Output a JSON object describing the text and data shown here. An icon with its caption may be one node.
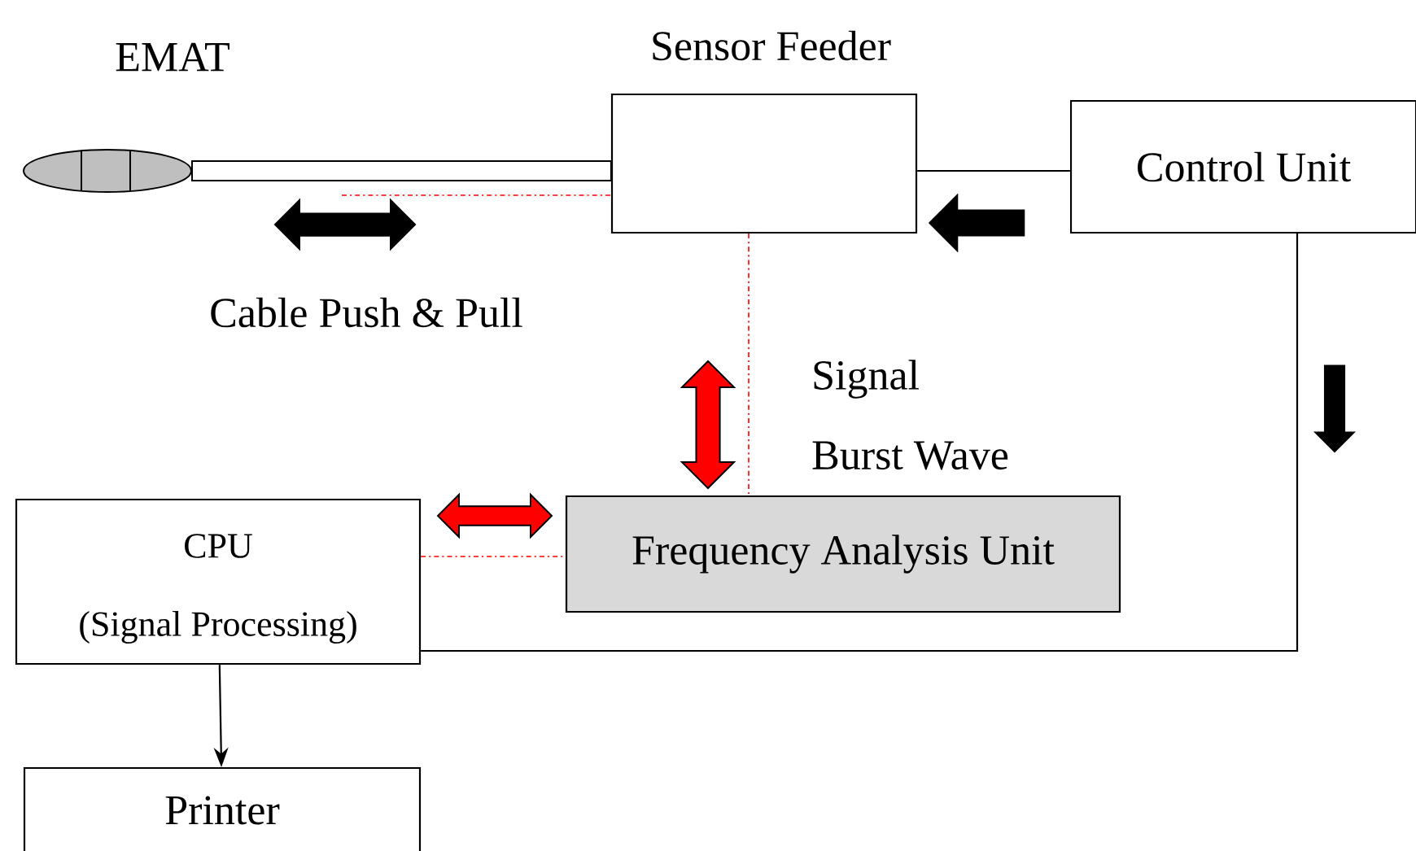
{
  "diagram": {
    "nodes": [
      {
        "text": [
          "EMAT"
        ]
      },
      {
        "text": [
          "Sensor Feeder"
        ]
      },
      {
        "text": [
          "Control Unit"
        ]
      },
      {
        "text": [
          "Frequency Analysis Unit"
        ]
      },
      {
        "text": [
          "CPU",
          "(Signal Processing)"
        ]
      },
      {
        "text": [
          "Printer"
        ]
      }
    ],
    "edges": [
      {
        "from": 0,
        "to": 1,
        "arrow": "none",
        "color": "#000000"
      },
      {
        "from": null,
        "to": 1,
        "arrow": "none",
        "style": "dashed",
        "color": "#ff0000"
      },
      {
        "from": 1,
        "to": 2,
        "arrow": "none",
        "color": "#000000"
      },
      {
        "from": 1,
        "to": 3,
        "arrow": "none",
        "style": "dashed",
        "color": "#ff0000"
      },
      {
        "from": 4,
        "to": 3,
        "arrow": "none",
        "style": "dashed",
        "color": "#ff0000"
      },
      {
        "from": 2,
        "to": 4,
        "arrow": "none",
        "color": "#000000"
      },
      {
        "from": 4,
        "to": 5,
        "arrow": "to",
        "color": "#000000"
      },
      {
        "from": 2,
        "to": 1,
        "arrow": "to",
        "style": "thick",
        "color": "#000000"
      },
      {
        "from": 4,
        "to": 3,
        "arrow": "both",
        "style": "thick",
        "color": "#ff0000"
      }
    ],
    "labels": [
      "Cable Push & Pull",
      "Signal",
      "Burst Wave"
    ]
  }
}
